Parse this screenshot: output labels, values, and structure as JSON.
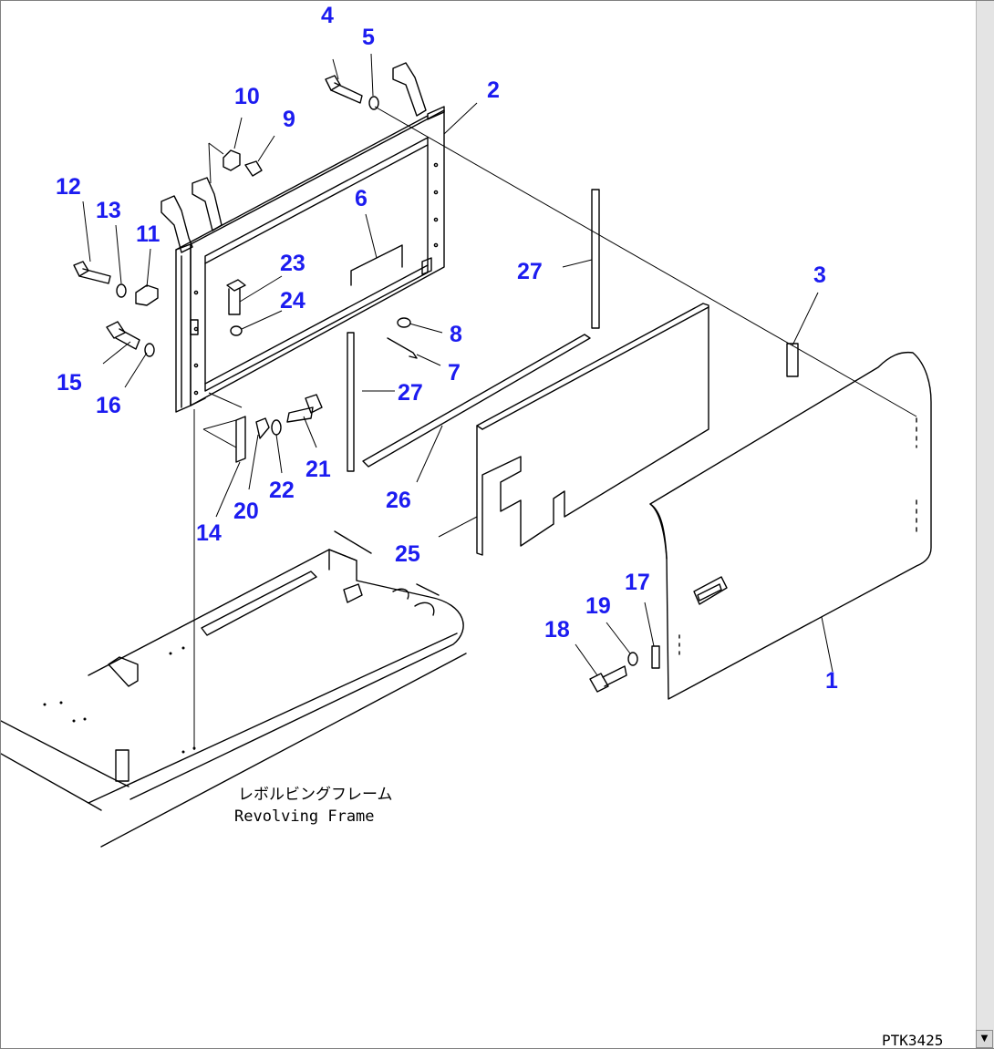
{
  "callouts": [
    {
      "id": "1",
      "text": "1"
    },
    {
      "id": "2",
      "text": "2"
    },
    {
      "id": "3",
      "text": "3"
    },
    {
      "id": "4",
      "text": "4"
    },
    {
      "id": "5",
      "text": "5"
    },
    {
      "id": "6",
      "text": "6"
    },
    {
      "id": "7",
      "text": "7"
    },
    {
      "id": "8",
      "text": "8"
    },
    {
      "id": "9",
      "text": "9"
    },
    {
      "id": "10",
      "text": "10"
    },
    {
      "id": "11",
      "text": "11"
    },
    {
      "id": "12",
      "text": "12"
    },
    {
      "id": "13",
      "text": "13"
    },
    {
      "id": "14",
      "text": "14"
    },
    {
      "id": "15",
      "text": "15"
    },
    {
      "id": "16",
      "text": "16"
    },
    {
      "id": "17",
      "text": "17"
    },
    {
      "id": "18",
      "text": "18"
    },
    {
      "id": "19",
      "text": "19"
    },
    {
      "id": "20",
      "text": "20"
    },
    {
      "id": "21",
      "text": "21"
    },
    {
      "id": "22",
      "text": "22"
    },
    {
      "id": "23",
      "text": "23"
    },
    {
      "id": "24",
      "text": "24"
    },
    {
      "id": "25",
      "text": "25"
    },
    {
      "id": "26",
      "text": "26"
    },
    {
      "id": "27a",
      "text": "27"
    },
    {
      "id": "27b",
      "text": "27"
    }
  ],
  "frame_label": {
    "japanese": "レボルビングフレーム",
    "english": "Revolving Frame"
  },
  "drawing_code": "PTK3425",
  "colors": {
    "callout_number": "#1c1cf0",
    "line_art": "#000000",
    "background": "#ffffff"
  },
  "scrollbar": {
    "down_icon": "▼"
  }
}
